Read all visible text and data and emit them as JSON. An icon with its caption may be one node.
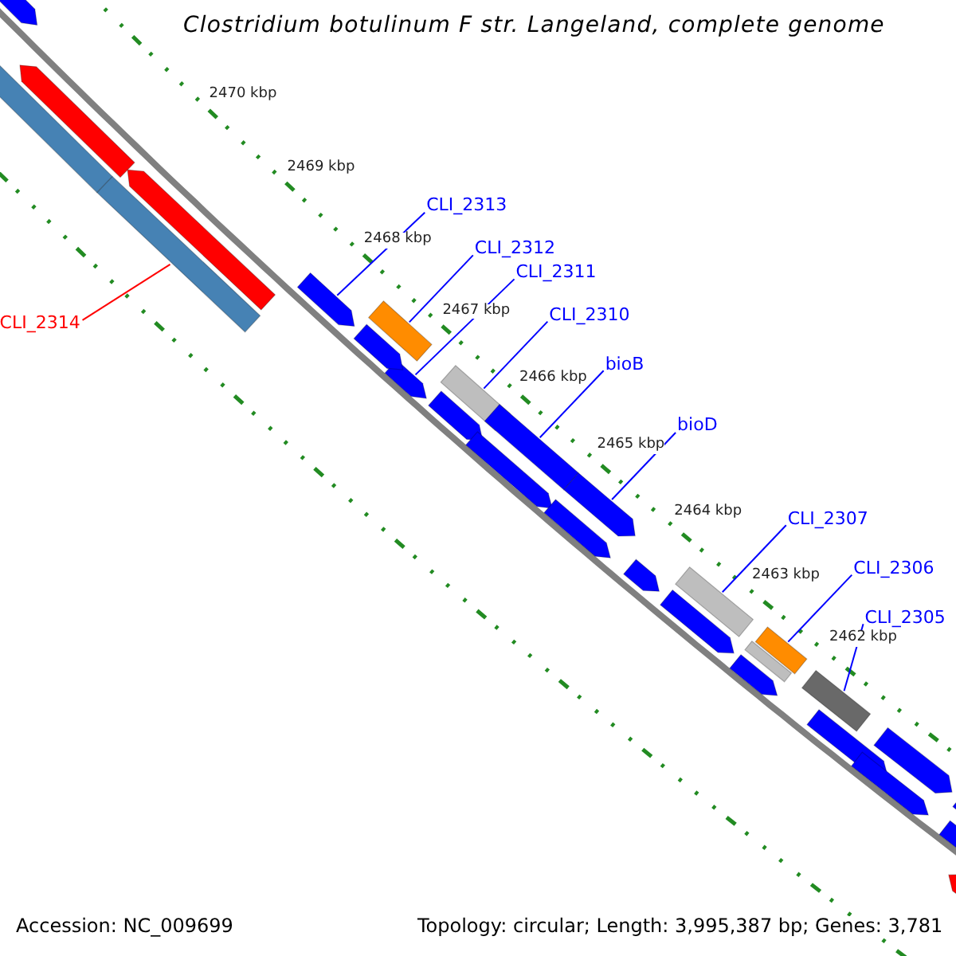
{
  "diagram": {
    "title": "Clostridium botulinum F str. Langeland, complete genome",
    "nodes": [
      {
        "text": [
          "CLI_2314"
        ]
      },
      {
        "text": [],
        "shape": "bar"
      },
      {
        "text": [
          "CLI_2313"
        ]
      },
      {
        "text": [],
        "shape": "arrow"
      },
      {
        "text": [
          "CLI_2312"
        ]
      },
      {
        "text": [],
        "shape": "bar"
      },
      {
        "text": [
          "CLI_2311"
        ]
      },
      {
        "text": [],
        "shape": "arrow"
      },
      {
        "text": [
          "CLI_2310"
        ]
      },
      {
        "text": [],
        "shape": "bar"
      },
      {
        "text": [
          "bioB"
        ]
      },
      {
        "text": [],
        "shape": "bar"
      },
      {
        "text": [
          "bioD"
        ]
      },
      {
        "text": [],
        "shape": "arrow"
      },
      {
        "text": [
          "CLI_2307"
        ]
      },
      {
        "text": [],
        "shape": "bar"
      },
      {
        "text": [
          "CLI_2306"
        ]
      },
      {
        "text": [],
        "shape": "bar"
      },
      {
        "text": [
          "CLI_2305"
        ]
      },
      {
        "text": [],
        "shape": "bar"
      },
      {
        "text": [],
        "shape": "arrow"
      },
      {
        "text": [],
        "shape": "arrow"
      },
      {
        "text": [],
        "shape": "arrow"
      },
      {
        "text": [],
        "shape": "bar"
      },
      {
        "text": [],
        "shape": "arrow"
      },
      {
        "text": [],
        "shape": "arrow"
      },
      {
        "text": [],
        "shape": "arrow"
      },
      {
        "text": [],
        "shape": "arrow"
      },
      {
        "text": [],
        "shape": "arrow"
      },
      {
        "text": [],
        "shape": "arrow"
      },
      {
        "text": [],
        "shape": "arrow"
      },
      {
        "text": [],
        "shape": "bar"
      },
      {
        "text": [],
        "shape": "arrow"
      },
      {
        "text": [],
        "shape": "arrow"
      },
      {
        "text": [],
        "shape": "arrow"
      },
      {
        "text": [],
        "shape": "arrow"
      },
      {
        "text": [],
        "shape": "arrow"
      },
      {
        "text": [],
        "shape": "arrow"
      }
    ],
    "edges": [
      {
        "from": 0,
        "to": 1,
        "arrow": "none",
        "color": "#ff0000"
      },
      {
        "from": 2,
        "to": 3,
        "arrow": "none"
      },
      {
        "from": 4,
        "to": 5,
        "arrow": "none"
      },
      {
        "from": 6,
        "to": 7,
        "arrow": "none"
      },
      {
        "from": 8,
        "to": 9,
        "arrow": "none"
      },
      {
        "from": 10,
        "to": 11,
        "arrow": "none"
      },
      {
        "from": 12,
        "to": 13,
        "arrow": "none"
      },
      {
        "from": 14,
        "to": 15,
        "arrow": "none"
      },
      {
        "from": 16,
        "to": 17,
        "arrow": "none"
      },
      {
        "from": 18,
        "to": 19,
        "arrow": "none"
      }
    ],
    "labels": [
      "2470 kbp",
      "2469 kbp",
      "2468 kbp",
      "2467 kbp",
      "2466 kbp",
      "2465 kbp",
      "2464 kbp",
      "2463 kbp",
      "2462 kbp",
      "Accession: NC_009699",
      "Topology: circular; Length: 3,995,387 bp; Genes: 3,781"
    ]
  }
}
